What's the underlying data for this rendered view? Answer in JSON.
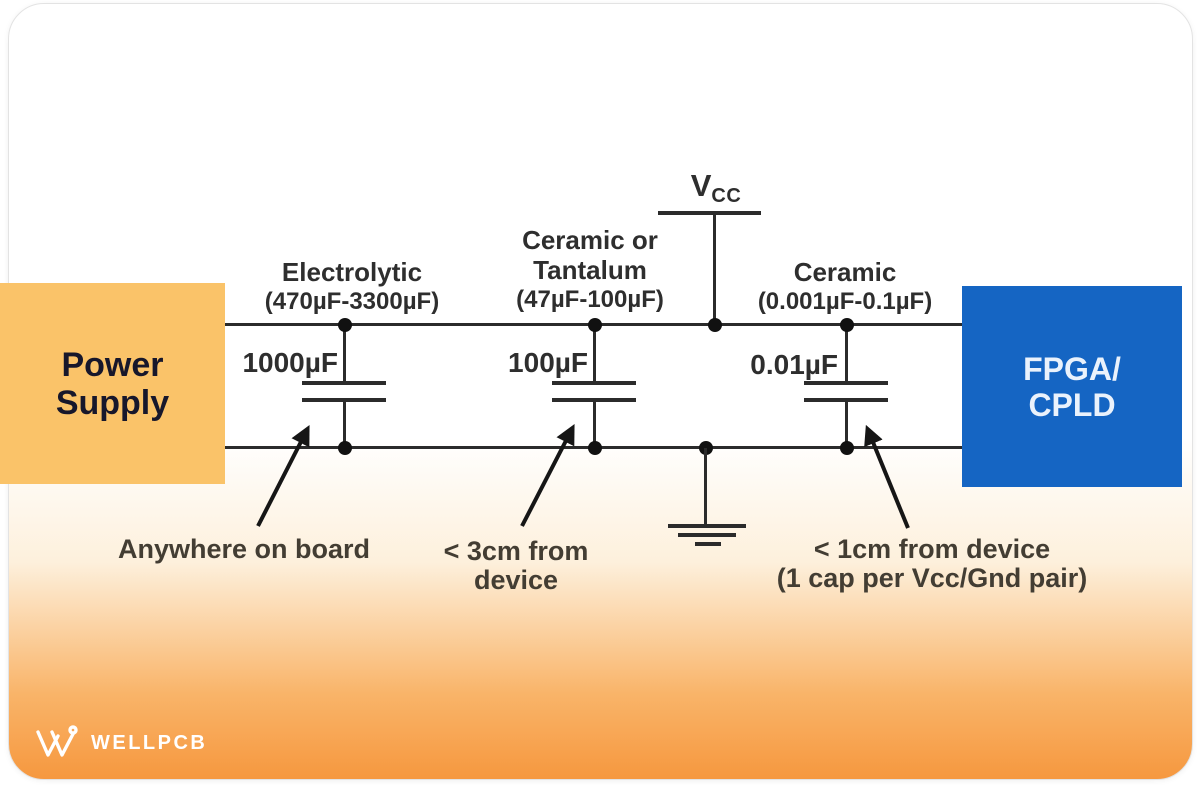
{
  "brand": {
    "name": "WELLPCB"
  },
  "colors": {
    "card_bottom_orange": "#f6983f",
    "power_box": "#fac369",
    "fpga_box": "#1565c3",
    "wire": "#2b2b2b",
    "note_text": "#433d33"
  },
  "blocks": {
    "power": {
      "line1": "Power",
      "line2": "Supply"
    },
    "fpga": {
      "line1": "FPGA/",
      "line2": "CPLD"
    }
  },
  "vcc": {
    "main": "V",
    "sub": "CC"
  },
  "capacitors": [
    {
      "type_line1": "Electrolytic",
      "range": "(470µF-3300µF)",
      "value": "1000µF",
      "note_line1": "Anywhere on board",
      "note_line2": ""
    },
    {
      "type_line1": "Ceramic or",
      "type_line2": "Tantalum",
      "range": "(47µF-100µF)",
      "value": "100µF",
      "note_line1": "< 3cm from",
      "note_line2": "device"
    },
    {
      "type_line1": "Ceramic",
      "range": "(0.001µF-0.1µF)",
      "value": "0.01µF",
      "note_line1": "< 1cm from device",
      "note_line2": "(1 cap per Vcc/Gnd pair)"
    }
  ]
}
